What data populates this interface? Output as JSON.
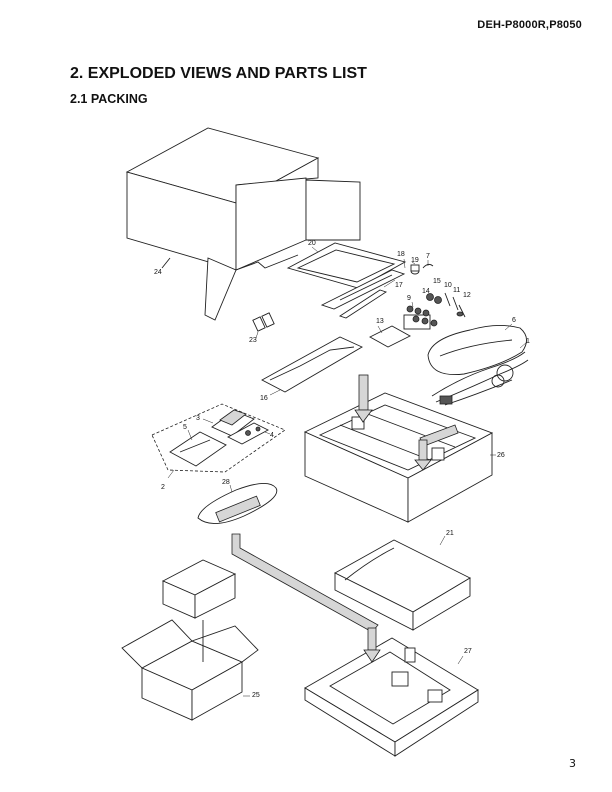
{
  "header": {
    "model": "DEH-P8000R,P8050"
  },
  "section": {
    "title": "2. EXPLODED VIEWS AND PARTS LIST",
    "subtitle": "2.1 PACKING"
  },
  "callouts": {
    "c1": "1",
    "c2": "2",
    "c3": "3",
    "c4": "4",
    "c5": "5",
    "c6": "6",
    "c7": "7",
    "c9": "9",
    "c10": "10",
    "c11": "11",
    "c12": "12",
    "c13": "13",
    "c14": "14",
    "c15": "15",
    "c16": "16",
    "c17": "17",
    "c18": "18",
    "c19": "19",
    "c20": "20",
    "c21": "21",
    "c23": "23",
    "c24": "24",
    "c25": "25",
    "c26": "26",
    "c27": "27",
    "c28": "28"
  },
  "footer": {
    "page_number": "3"
  }
}
